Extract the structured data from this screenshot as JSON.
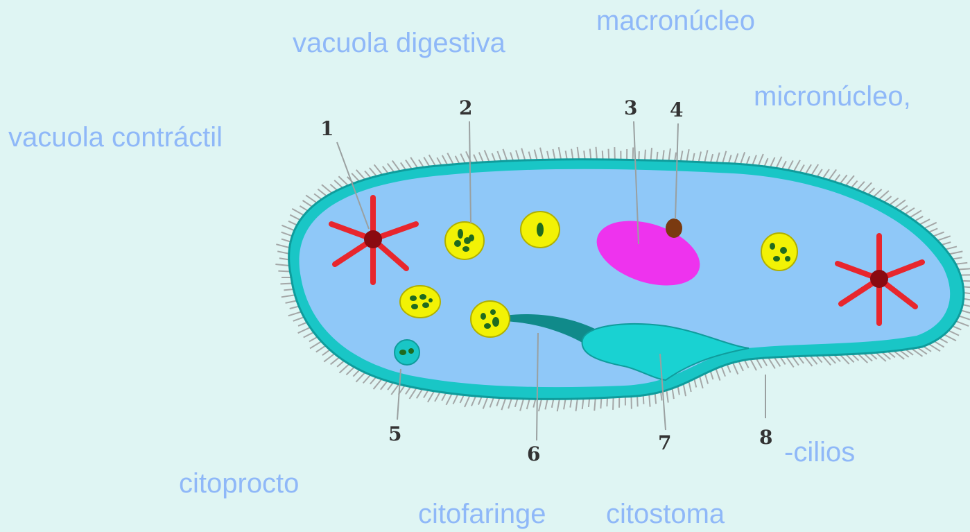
{
  "labels": {
    "vacuola_digestiva": "vacuola digestiva",
    "macronucleo": "macronúcleo",
    "micronucleo": "micronúcleo,",
    "vacuola_contractil": "vacuola contráctil",
    "citoprocto": "citoprocto",
    "citofaringe": "citofaringe",
    "citostoma": "citostoma",
    "cilios": "-cilios"
  },
  "numbers": [
    "1",
    "2",
    "3",
    "4",
    "5",
    "6",
    "7",
    "8"
  ],
  "colors": {
    "background": "#dff5f3",
    "label_text": "#8fb8f8",
    "cytoplasm": "#8fc8f8",
    "membrane": "#19c6c6",
    "macronucleus": "#ee33ee",
    "micronucleus": "#7a3a10",
    "vacuole": "#f2f205",
    "contractile_ray": "#e8262d",
    "contractile_center": "#8a0a10",
    "food_particle": "#1f6a1f"
  }
}
